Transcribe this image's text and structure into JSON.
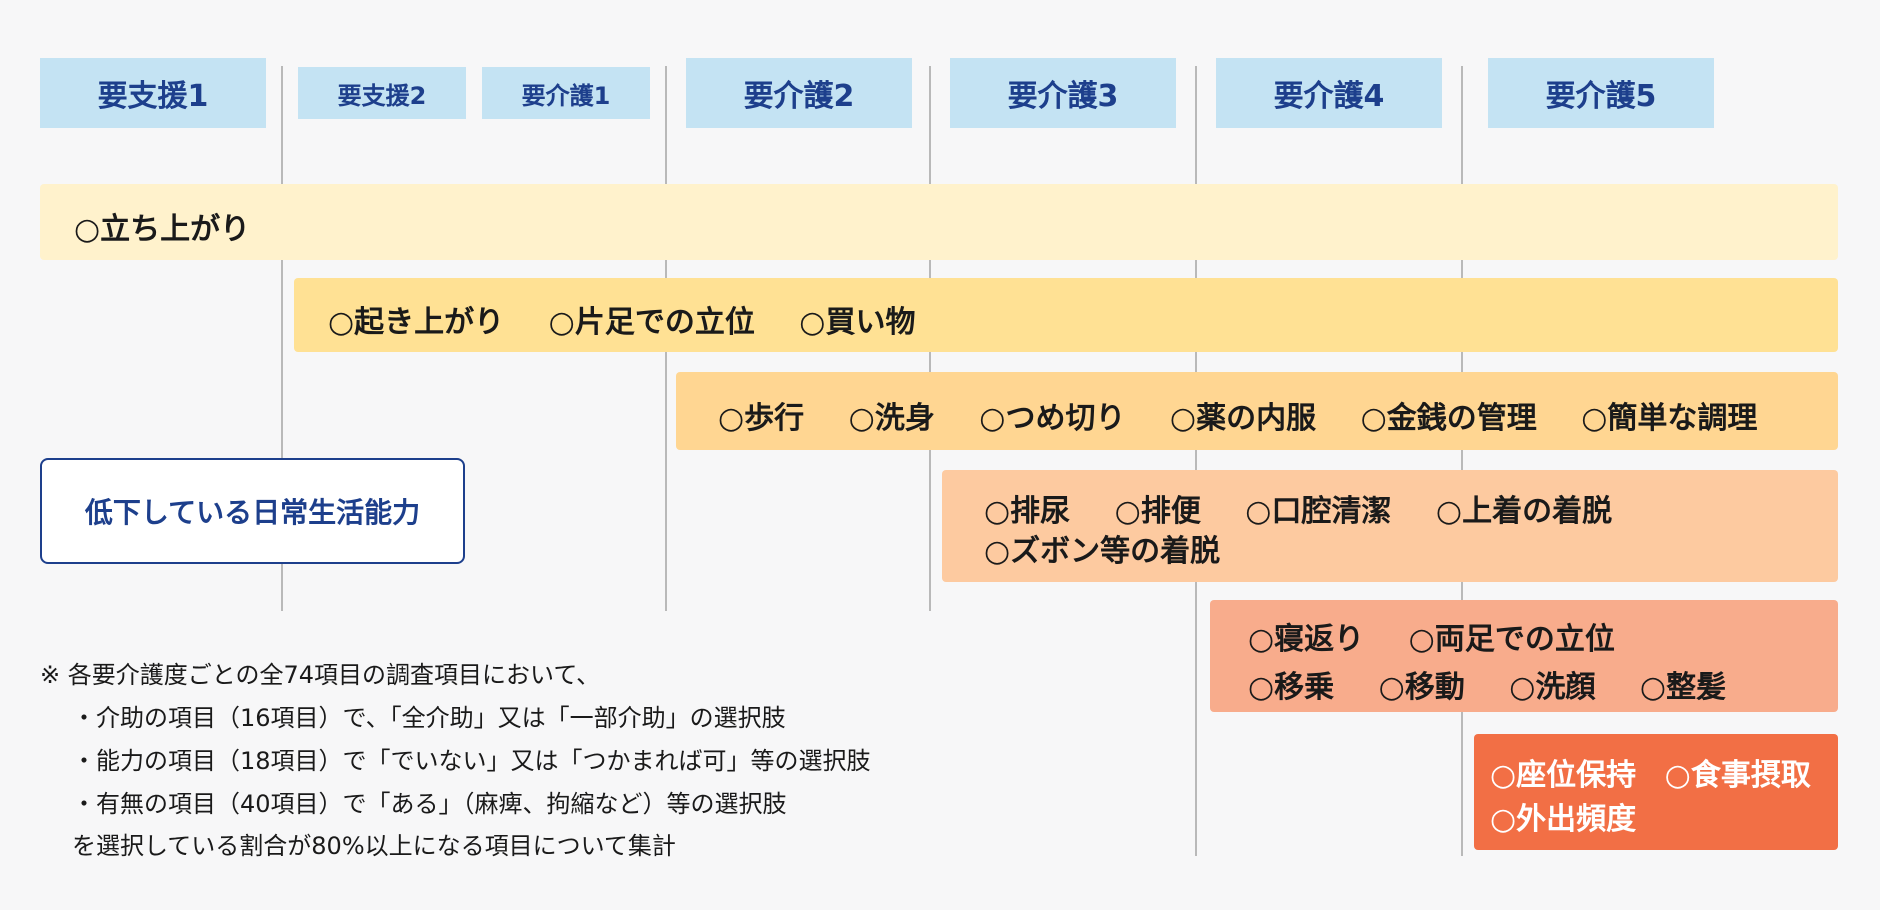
{
  "levels": {
    "l1": "要支援1",
    "l2": "要支援2",
    "l3": "要介護1",
    "l4": "要介護2",
    "l5": "要介護3",
    "l6": "要介護4",
    "l7": "要介護5"
  },
  "bands": {
    "b1": {
      "items": [
        "○立ち上がり"
      ],
      "color": "#fff2cc"
    },
    "b2": {
      "items": [
        "○起き上がり",
        "○片足での立位",
        "○買い物"
      ],
      "color": "#ffe194"
    },
    "b3": {
      "items": [
        "○歩行",
        "○洗身",
        "○つめ切り",
        "○薬の内服",
        "○金銭の管理",
        "○簡単な調理"
      ],
      "color": "#ffd692"
    },
    "b4": {
      "row1": [
        "○排尿",
        "○排便",
        "○口腔清潔",
        "○上着の着脱"
      ],
      "row2": [
        "○ズボン等の着脱"
      ],
      "color": "#fdcaa0"
    },
    "b5": {
      "row1": [
        "○寝返り",
        "○両足での立位"
      ],
      "row2": [
        "○移乗",
        "○移動",
        "○洗顔",
        "○整髪"
      ],
      "color": "#f8ac8c"
    },
    "b6": {
      "row1": [
        "○座位保持",
        "○食事摂取"
      ],
      "row2": [
        "○外出頻度"
      ],
      "color": "#f26f45"
    }
  },
  "legend": "低下している日常生活能力",
  "notes": [
    "※ 各要介護度ごとの全74項目の調査項目において、",
    "・介助の項目（16項目）で、「全介助」又は「一部介助」の選択肢",
    "・能力の項目（18項目）で「でいない」又は「つかまれば可」等の選択肢",
    "・有無の項目（40項目）で「ある」（麻痺、拘縮など）等の選択肢",
    "を選択している割合が80%以上になる項目について集計"
  ],
  "colors": {
    "header_bg": "#c4e3f3",
    "header_text": "#1d3f8c",
    "legend_border": "#1d3f8c"
  }
}
